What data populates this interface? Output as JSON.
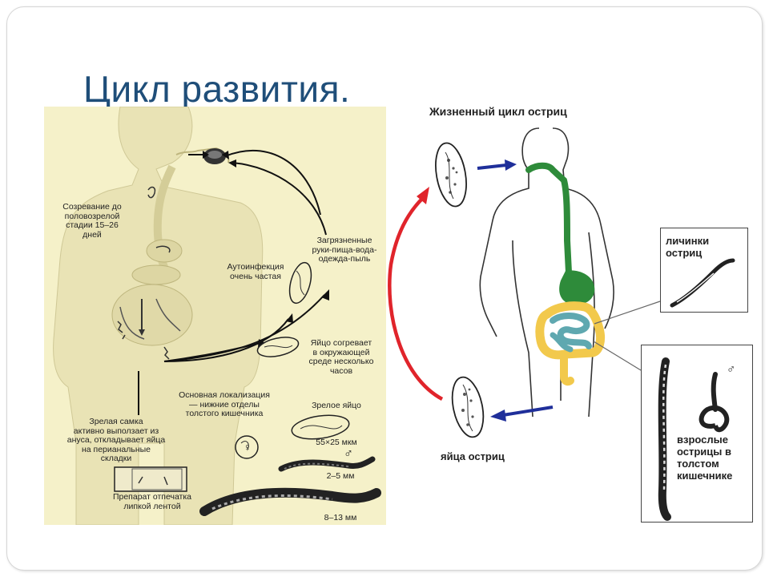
{
  "slide": {
    "title": "Цикл развития."
  },
  "left_diagram": {
    "labels": {
      "maturation": [
        "Созревание до",
        "половозрелой",
        "стадии 15–26",
        "дней"
      ],
      "contaminated": [
        "Загрязненные",
        "руки-пища-вода-",
        "одежда-пыль"
      ],
      "autoinfection": [
        "Аутоинфекция",
        "очень частая"
      ],
      "egg_warms": [
        "Яйцо согревает",
        "в окружающей",
        "среде несколько",
        "часов"
      ],
      "localization": [
        "Основная локализация",
        "— нижние отделы",
        "толстого кишечника"
      ],
      "mature_egg": "Зрелое яйцо",
      "egg_size": "55×25 мкм",
      "female_crawls": [
        "Зрелая самка",
        "активно выползает из",
        "ануса, откладывает яйца",
        "на перианальные",
        "складки"
      ],
      "male_size": "2–5 мм",
      "preparation": [
        "Препарат отпечатка",
        "липкой лентой"
      ],
      "female_size": "8–13 мм",
      "sym_female": "♀",
      "sym_male": "♂"
    }
  },
  "right_diagram": {
    "title": "Жизненный цикл остриц",
    "larvae_label": [
      "личинки",
      "остриц"
    ],
    "adults_label": [
      "взрослые",
      "острицы в",
      "толстом",
      "кишечнике"
    ],
    "eggs_label": "яйца остриц",
    "sym_female": "♀",
    "sym_male": "♂",
    "colors": {
      "esophagus": "#2e8b3a",
      "colon": "#f2c94c",
      "small_intestine": "#5fa8b0",
      "red_arrow": "#e0242b",
      "blue_arrow": "#1f2f9a"
    }
  }
}
